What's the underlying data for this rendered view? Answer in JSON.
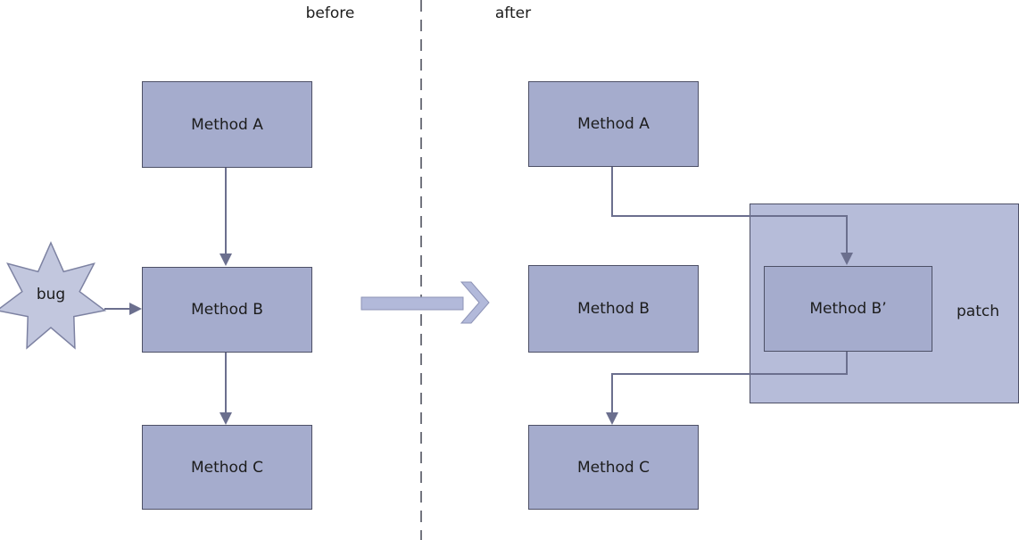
{
  "titles": {
    "before": "before",
    "after": "after"
  },
  "before_panel": {
    "method_a": "Method A",
    "method_b": "Method B",
    "method_c": "Method C",
    "bug_label": "bug"
  },
  "after_panel": {
    "method_a": "Method A",
    "method_b": "Method B",
    "method_b_prime": "Method B’",
    "method_c": "Method C",
    "patch_label": "patch"
  },
  "colors": {
    "box-fill": "#a5accd",
    "box-border": "#4d5066",
    "patch-fill": "#b6bcd9",
    "star-fill": "#c2c7de",
    "star-border": "#7d82a2",
    "connector": "#6b6f8e",
    "big-arrow-fill": "#b2b9da",
    "big-arrow-border": "#8d93b6",
    "divider": "#73757f",
    "text": "#1c1c1c"
  }
}
